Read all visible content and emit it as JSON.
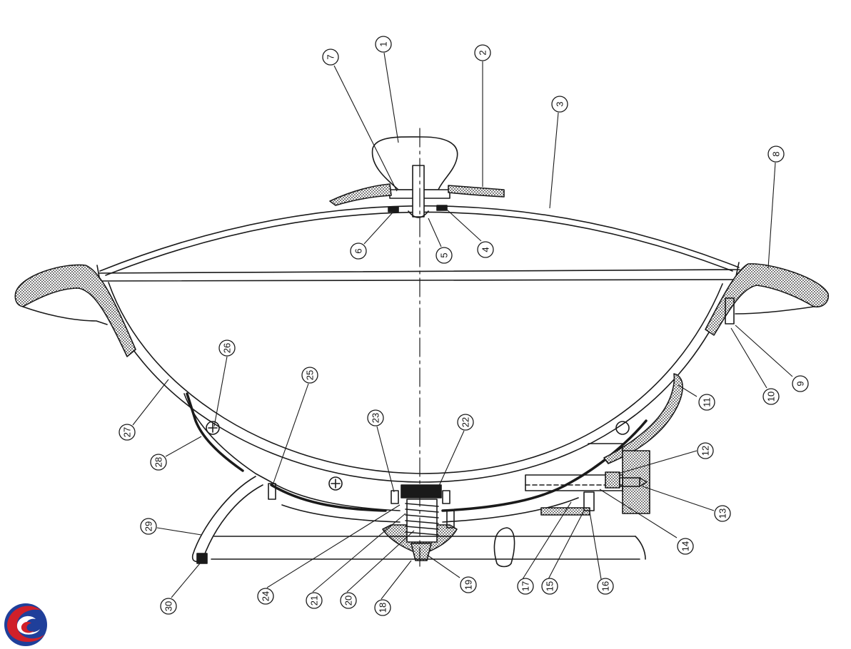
{
  "diagram": {
    "colors": {
      "line": "#1a1a1a",
      "background": "#ffffff",
      "logo_red": "#d0202a",
      "logo_blue": "#1f3f9a"
    },
    "callouts": [
      {
        "id": "1",
        "label": "1"
      },
      {
        "id": "2",
        "label": "2"
      },
      {
        "id": "3",
        "label": "3"
      },
      {
        "id": "4",
        "label": "4"
      },
      {
        "id": "5",
        "label": "5"
      },
      {
        "id": "6",
        "label": "6"
      },
      {
        "id": "7",
        "label": "7"
      },
      {
        "id": "8",
        "label": "8"
      },
      {
        "id": "9",
        "label": "9"
      },
      {
        "id": "10",
        "label": "10"
      },
      {
        "id": "11",
        "label": "11"
      },
      {
        "id": "12",
        "label": "12"
      },
      {
        "id": "13",
        "label": "13"
      },
      {
        "id": "14",
        "label": "14"
      },
      {
        "id": "15",
        "label": "15"
      },
      {
        "id": "16",
        "label": "16"
      },
      {
        "id": "17",
        "label": "17"
      },
      {
        "id": "18",
        "label": "18"
      },
      {
        "id": "19",
        "label": "19"
      },
      {
        "id": "20",
        "label": "20"
      },
      {
        "id": "21",
        "label": "21"
      },
      {
        "id": "22",
        "label": "22"
      },
      {
        "id": "23",
        "label": "23"
      },
      {
        "id": "24",
        "label": "24"
      },
      {
        "id": "25",
        "label": "25"
      },
      {
        "id": "26",
        "label": "26"
      },
      {
        "id": "27",
        "label": "27"
      },
      {
        "id": "28",
        "label": "28"
      },
      {
        "id": "29",
        "label": "29"
      },
      {
        "id": "30",
        "label": "30"
      }
    ],
    "logo": {
      "icon": "brand-swirl-logo-icon"
    }
  }
}
